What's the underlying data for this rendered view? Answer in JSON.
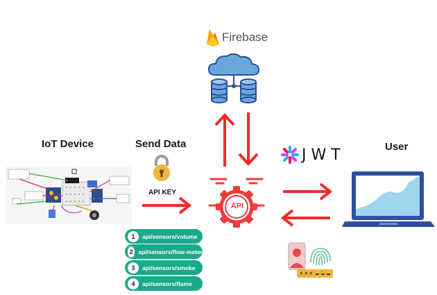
{
  "labels": {
    "iot_device": "IoT Device",
    "send_data": "Send Data",
    "user": "User",
    "firebase": "Firebase",
    "jwt": "JWT",
    "api_key": "API KEY",
    "api": "API"
  },
  "endpoints": [
    {
      "num": "1",
      "path": "api/sensors/volume"
    },
    {
      "num": "2",
      "path": "api/sensors/flow-meter"
    },
    {
      "num": "3",
      "path": "api/sensors/smoke"
    },
    {
      "num": "4",
      "path": "api/sensors/flame"
    }
  ],
  "colors": {
    "arrow": "#ef2b2b",
    "api_gear": "#ef3b3b",
    "endpoint_bg": "#1aa98a",
    "cloud": "#6aa7dc",
    "laptop": "#2f4f9e",
    "lock": "#f2b33d"
  }
}
